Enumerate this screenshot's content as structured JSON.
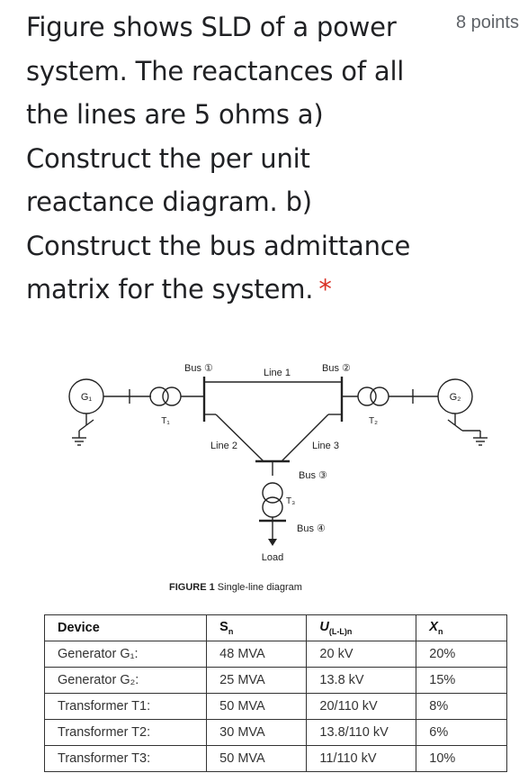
{
  "question": {
    "text": "Figure shows SLD of a power system. The reactances of all the lines are 5 ohms a) Construct the per unit reactance diagram. b) Construct the bus admittance matrix for the system.",
    "required_marker": "*",
    "points": "8 points"
  },
  "figure": {
    "caption_label": "FIGURE 1",
    "caption_text": "Single-line diagram",
    "labels": {
      "g1": "G₁",
      "g2": "G₂",
      "t1": "T₁",
      "t2": "T₂",
      "t3": "T₃",
      "bus1": "Bus ①",
      "bus2": "Bus ②",
      "bus3": "Bus ③",
      "bus4": "Bus ④",
      "line1": "Line 1",
      "line2": "Line 2",
      "line3": "Line 3",
      "load": "Load"
    }
  },
  "table": {
    "headers": {
      "device": "Device",
      "sn_main": "S",
      "sn_sub": "n",
      "un_main": "U",
      "un_sub": "(L-L)n",
      "xn_main": "X",
      "xn_sub": "n"
    },
    "rows": [
      {
        "device": "Generator G₁:",
        "sn": "48 MVA",
        "un": "20 kV",
        "xn": "20%"
      },
      {
        "device": "Generator G₂:",
        "sn": "25 MVA",
        "un": "13.8 kV",
        "xn": "15%"
      },
      {
        "device": "Transformer T1:",
        "sn": "50 MVA",
        "un": "20/110 kV",
        "xn": "8%"
      },
      {
        "device": "Transformer T2:",
        "sn": "30 MVA",
        "un": "13.8/110 kV",
        "xn": "6%"
      },
      {
        "device": "Transformer T3:",
        "sn": "50 MVA",
        "un": "11/110 kV",
        "xn": "10%"
      }
    ]
  }
}
